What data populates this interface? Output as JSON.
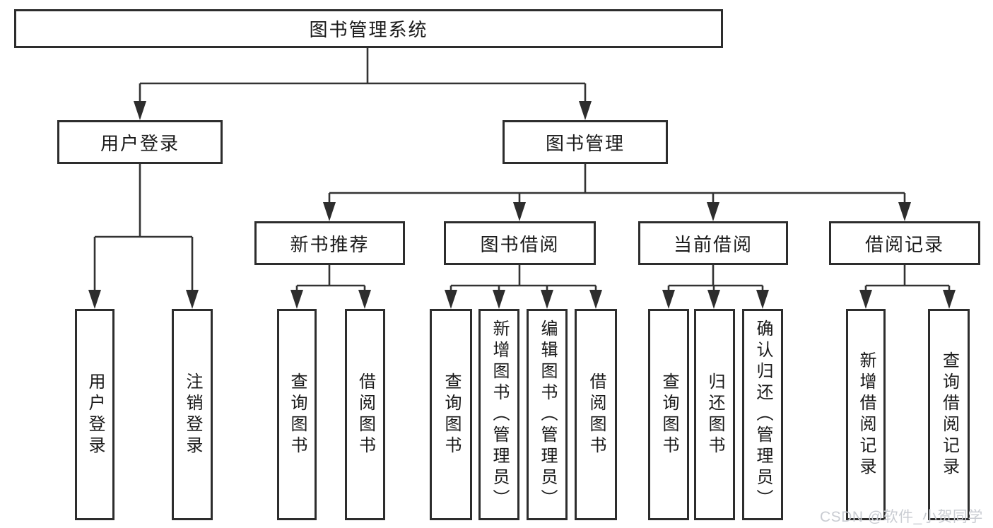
{
  "diagram": {
    "root": {
      "label": "图书管理系统"
    },
    "branches": [
      {
        "label": "用户登录",
        "leaves": [
          "用户登录",
          "注销登录"
        ]
      },
      {
        "label": "图书管理",
        "sections": [
          {
            "label": "新书推荐",
            "leaves": [
              "查询图书",
              "借阅图书"
            ]
          },
          {
            "label": "图书借阅",
            "leaves": [
              "查询图书",
              "新增图书（管理员）",
              "编辑图书（管理员）",
              "借阅图书"
            ]
          },
          {
            "label": "当前借阅",
            "leaves": [
              "查询图书",
              "归还图书",
              "确认归还（管理员）"
            ]
          },
          {
            "label": "借阅记录",
            "leaves": [
              "新增借阅记录",
              "查询借阅记录"
            ]
          }
        ]
      }
    ]
  },
  "watermark": "CSDN @软件_小贺同学",
  "colors": {
    "line": "#333333",
    "box_border": "#2d2d2d",
    "text": "#1a1a1a",
    "watermark": "#c9ccd2",
    "background": "#ffffff"
  }
}
